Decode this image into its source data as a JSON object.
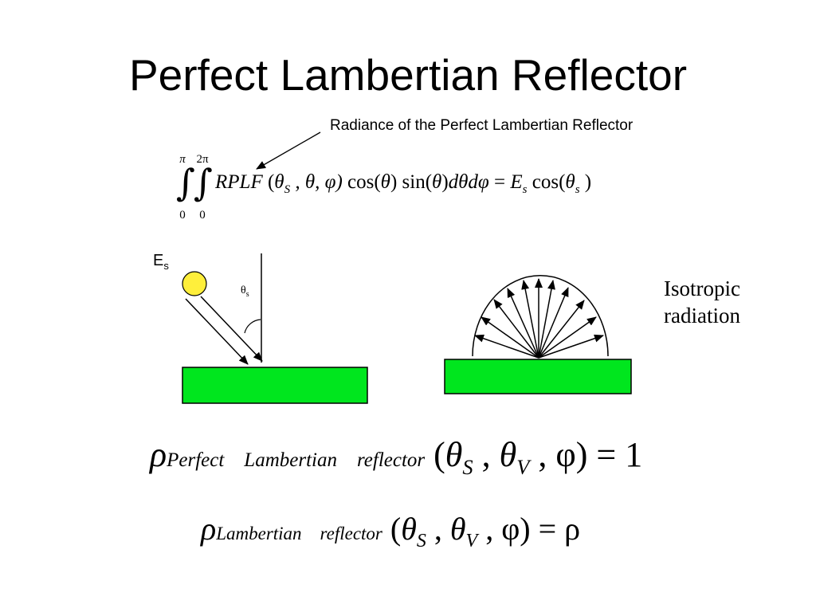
{
  "slide": {
    "title": "Perfect Lambertian Reflector",
    "annotation": "Radiance of the Perfect Lambertian Reflector",
    "isotropic_line1": "Isotropic",
    "isotropic_line2": "radiation",
    "sun_label_main": "E",
    "sun_label_sub": "s",
    "angle_label_main": "θ",
    "angle_label_sub": "s"
  },
  "equation1": {
    "int1_upper": "π",
    "int1_lower": "0",
    "int2_upper": "2π",
    "int2_lower": "0",
    "func": "RPLF",
    "open": " (",
    "theta": "θ",
    "s_cap": "S",
    "args_rest": " , θ, φ)",
    "cos1": " cos(",
    "theta2": "θ",
    "close1": ")",
    "sin1": " sin(",
    "theta3": "θ",
    "close2": ")",
    "diff": "dθdφ",
    "eq": " = ",
    "E": "E",
    "s_low": "s",
    "cos2": " cos(",
    "theta4": "θ",
    "s_low2": "s",
    "close3": " )"
  },
  "equation2": {
    "rho": "ρ",
    "sub": "Perfect    Lambertian    reflector",
    "open": " (",
    "theta_s": "θ",
    "S": "S",
    "comma1": " , ",
    "theta_v": "θ",
    "V": "V",
    "rest": " , φ) = 1"
  },
  "equation3": {
    "rho": "ρ",
    "sub": "Lambertian    reflector",
    "open": " (",
    "theta_s": "θ",
    "S": "S",
    "comma1": " , ",
    "theta_v": "θ",
    "V": "V",
    "rest": " , φ) = ρ"
  },
  "colors": {
    "sun_fill": "#ffef3b",
    "surface_fill": "#00e61e",
    "ink": "#000000"
  },
  "icons": {
    "sun": "sun-icon",
    "surface": "reflector-surface",
    "hemisphere": "hemisphere-arc"
  }
}
